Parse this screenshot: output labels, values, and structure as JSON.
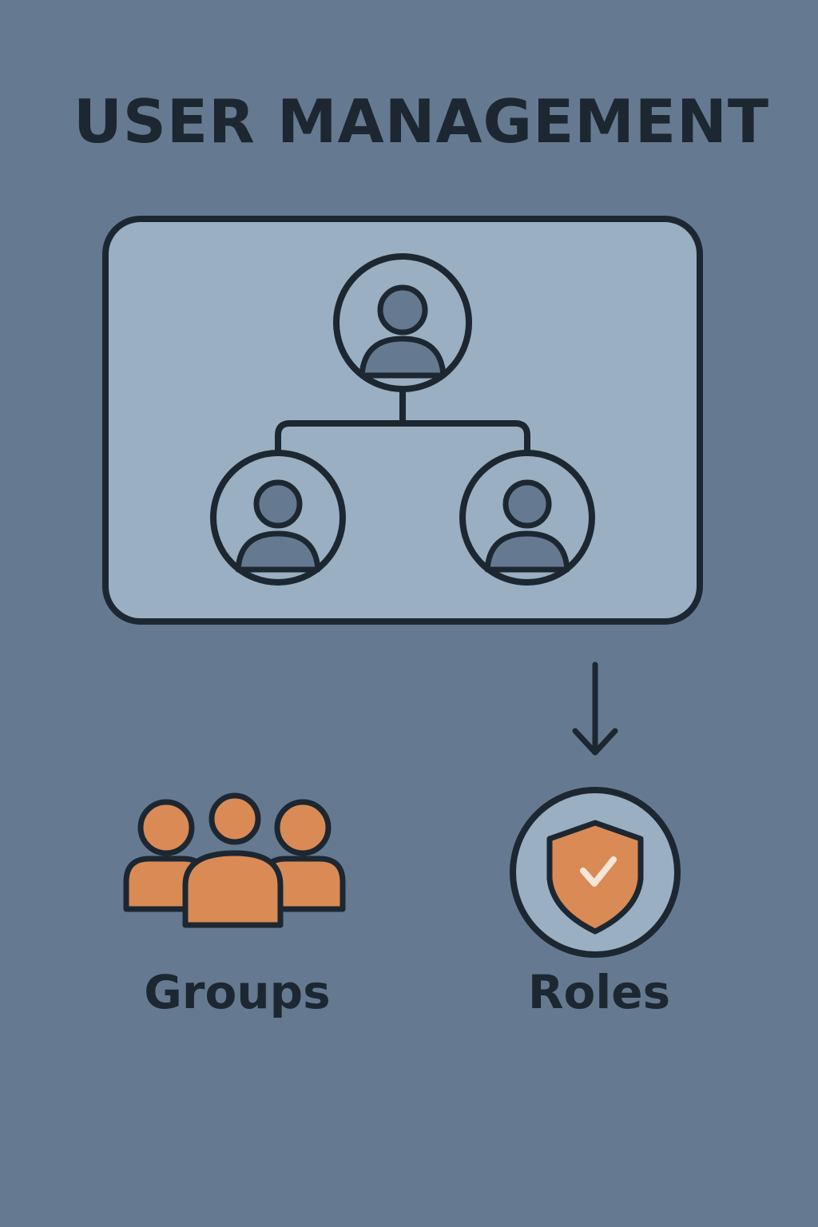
{
  "title": "USER MANAGEMENT",
  "colors": {
    "background": "#657a90",
    "panel": "#9aafc1",
    "outline": "#1c2731",
    "avatar_fill": "#657a90",
    "accent": "#d98a55",
    "check": "#f4e6d8"
  },
  "hierarchy": {
    "nodes": [
      {
        "role": "parent",
        "icon": "user-icon"
      },
      {
        "role": "child",
        "icon": "user-icon"
      },
      {
        "role": "child",
        "icon": "user-icon"
      }
    ]
  },
  "groups": {
    "label": "Groups",
    "icon": "users-group-icon"
  },
  "roles": {
    "label": "Roles",
    "icon": "shield-check-icon"
  },
  "arrow": {
    "icon": "arrow-down-icon"
  }
}
